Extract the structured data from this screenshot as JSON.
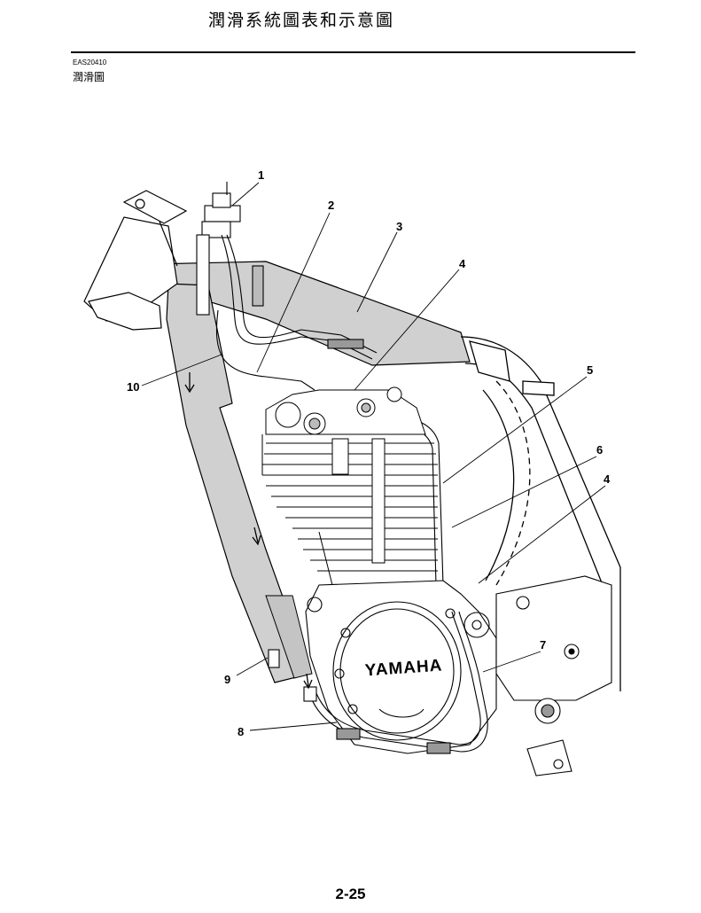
{
  "header": {
    "title": "潤滑系統圖表和示意圖",
    "code": "EAS20410",
    "section_title": "潤滑圖"
  },
  "figure": {
    "brand_label": "YAMAHA",
    "callouts": [
      "1",
      "2",
      "3",
      "4",
      "5",
      "6",
      "4",
      "7",
      "8",
      "9",
      "10"
    ]
  },
  "footer": {
    "page_number": "2-25"
  }
}
